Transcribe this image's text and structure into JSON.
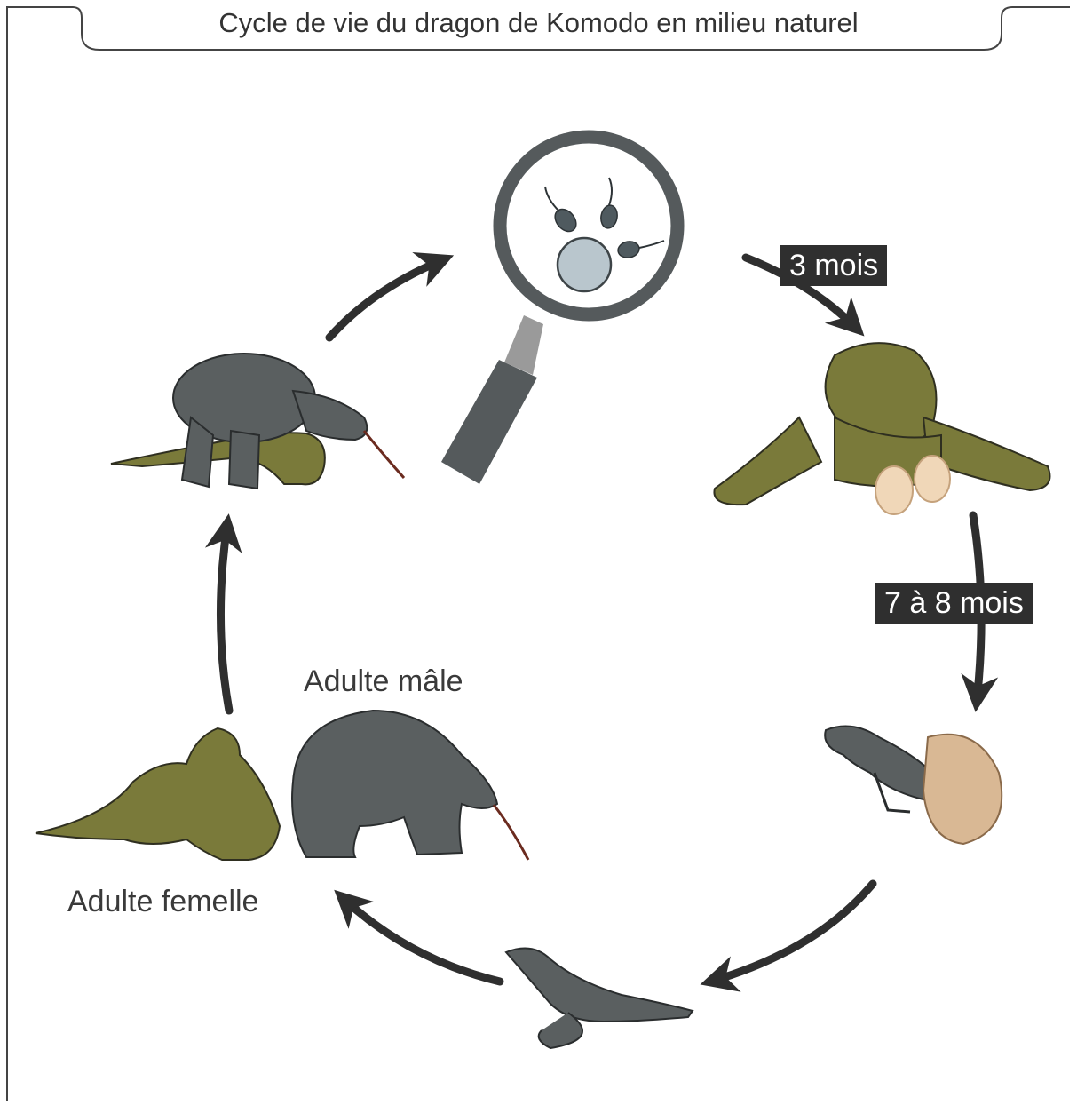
{
  "title": "Cycle de vie du dragon de Komodo en milieu naturel",
  "labels": {
    "adult_male": "Adulte mâle",
    "adult_female": "Adulte femelle"
  },
  "durations": {
    "fertilization_to_laying": "3 mois",
    "incubation": "7 à 8 mois"
  },
  "colors": {
    "male": "#5a5f60",
    "female": "#7a7a3a",
    "egg": "#f0d7b8",
    "arrow": "#2f2f2f",
    "ovum": "#b9c6cd"
  },
  "icons": [
    "magnifier-icon",
    "sperm-icon",
    "ovum-icon",
    "egg-icon",
    "arrow-icon"
  ]
}
